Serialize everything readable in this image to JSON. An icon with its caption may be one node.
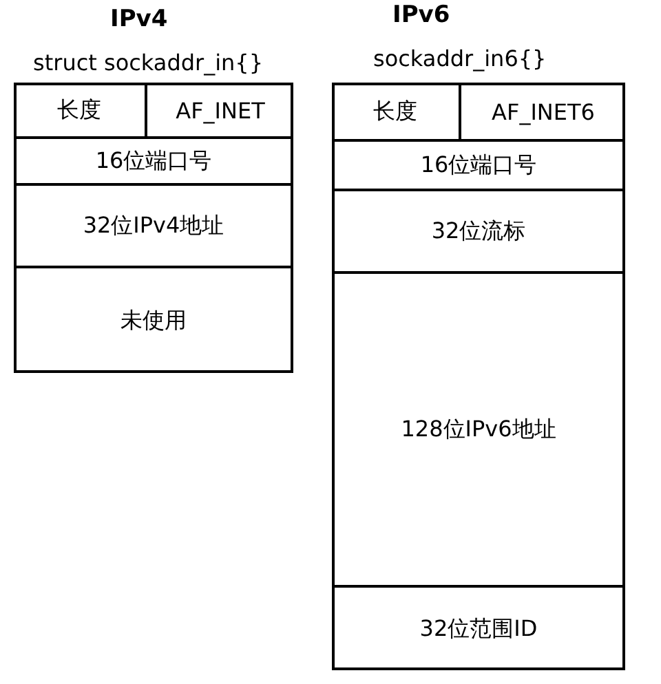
{
  "diagram": {
    "nodes": [
      {
        "text": [
          "IPv4",
          "struct sockaddr_in{}"
        ]
      },
      {
        "text": [
          "长度"
        ],
        "in": 0
      },
      {
        "text": [
          "AF_INET"
        ],
        "in": 0
      },
      {
        "text": [
          "16位端口号"
        ],
        "in": 0
      },
      {
        "text": [
          "32位IPv4地址"
        ],
        "in": 0
      },
      {
        "text": [
          "未使用"
        ],
        "in": 0
      },
      {
        "text": [
          "IPv6",
          "sockaddr_in6{}"
        ]
      },
      {
        "text": [
          "长度"
        ],
        "in": 6
      },
      {
        "text": [
          "AF_INET6"
        ],
        "in": 6
      },
      {
        "text": [
          "16位端口号"
        ],
        "in": 6
      },
      {
        "text": [
          "32位流标"
        ],
        "in": 6
      },
      {
        "text": [
          "128位IPv6地址"
        ],
        "in": 6
      },
      {
        "text": [
          "32位范围ID"
        ],
        "in": 6
      }
    ]
  }
}
